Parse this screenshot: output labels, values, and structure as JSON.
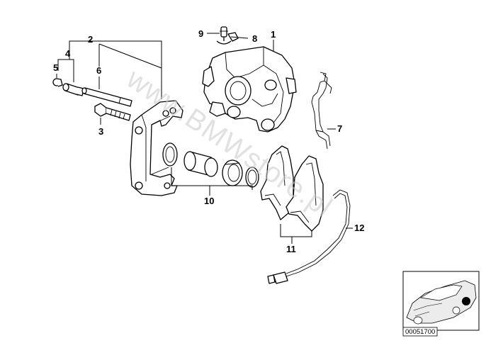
{
  "diagram": {
    "watermark": "www.BMWstore.pl",
    "diagram_code": "00051700",
    "callouts": {
      "c1": "1",
      "c2": "2",
      "c3": "3",
      "c4": "4",
      "c5": "5",
      "c6": "6",
      "c7": "7",
      "c8": "8",
      "c9": "9",
      "c10": "10",
      "c11": "11",
      "c12": "12"
    },
    "colors": {
      "line": "#000000",
      "watermark": "#c9c9c9",
      "thumbnail_fill": "#ececec"
    }
  }
}
